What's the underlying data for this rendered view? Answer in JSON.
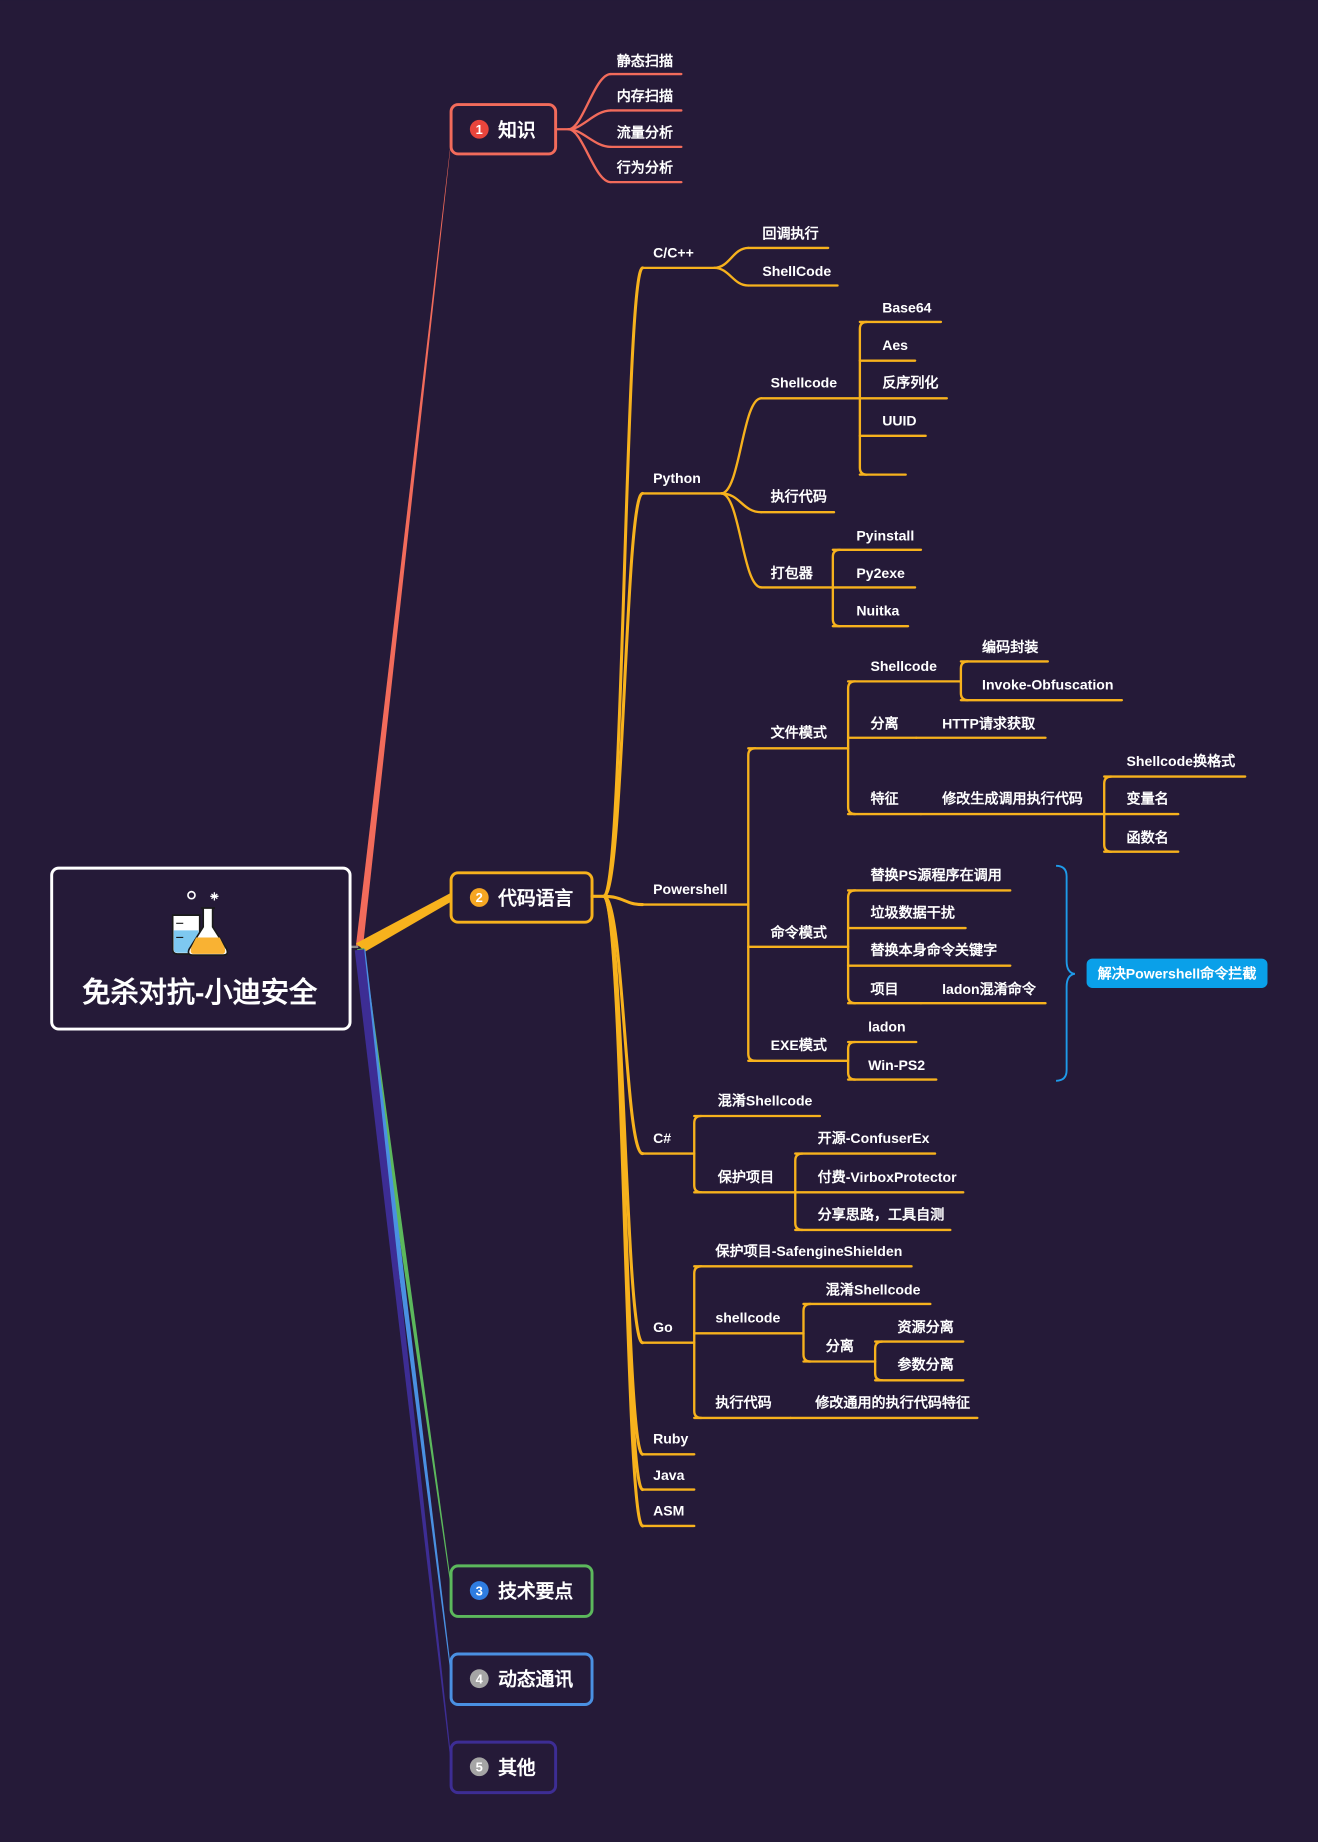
{
  "root": {
    "title": "免杀对抗-小迪安全",
    "icon": "flask-icon"
  },
  "colors": {
    "background": "#251a38",
    "knowledge": "#f26b5b",
    "code_languages": "#f7b21d",
    "tech_points": "#5cb85c",
    "dynamic_comms": "#4a90e2",
    "other": "#3d2d94",
    "summary": "#0aa0e9"
  },
  "branches": [
    {
      "num": "1",
      "label": "知识",
      "children": [
        {
          "label": "静态扫描"
        },
        {
          "label": "内存扫描"
        },
        {
          "label": "流量分析"
        },
        {
          "label": "行为分析"
        }
      ]
    },
    {
      "num": "2",
      "label": "代码语言",
      "children": [
        {
          "label": "C/C++",
          "children": [
            {
              "label": "回调执行"
            },
            {
              "label": "ShellCode"
            }
          ]
        },
        {
          "label": "Python",
          "children": [
            {
              "label": "Shellcode",
              "children": [
                {
                  "label": "Base64"
                },
                {
                  "label": "Aes"
                },
                {
                  "label": "反序列化"
                },
                {
                  "label": "UUID"
                }
              ]
            },
            {
              "label": "执行代码"
            },
            {
              "label": "打包器",
              "children": [
                {
                  "label": "Pyinstall"
                },
                {
                  "label": "Py2exe"
                },
                {
                  "label": "Nuitka"
                }
              ]
            }
          ]
        },
        {
          "label": "Powershell",
          "children": [
            {
              "label": "文件模式",
              "children": [
                {
                  "label": "Shellcode",
                  "children": [
                    {
                      "label": "编码封装"
                    },
                    {
                      "label": "Invoke-Obfuscation"
                    }
                  ]
                },
                {
                  "label": "分离",
                  "children": [
                    {
                      "label": "HTTP请求获取"
                    }
                  ]
                },
                {
                  "label": "特征",
                  "children": [
                    {
                      "label": "修改生成调用执行代码",
                      "children": [
                        {
                          "label": "Shellcode换格式"
                        },
                        {
                          "label": "变量名"
                        },
                        {
                          "label": "函数名"
                        }
                      ]
                    }
                  ]
                }
              ]
            },
            {
              "label": "命令模式",
              "children": [
                {
                  "label": "替换PS源程序在调用"
                },
                {
                  "label": "垃圾数据干扰"
                },
                {
                  "label": "替换本身命令关键字"
                },
                {
                  "label": "项目",
                  "children": [
                    {
                      "label": "ladon混淆命令"
                    }
                  ]
                }
              ]
            },
            {
              "label": "EXE模式",
              "children": [
                {
                  "label": "ladon"
                },
                {
                  "label": "Win-PS2"
                }
              ]
            }
          ]
        },
        {
          "label": "C#",
          "children": [
            {
              "label": "混淆Shellcode"
            },
            {
              "label": "保护项目",
              "children": [
                {
                  "label": "开源-ConfuserEx"
                },
                {
                  "label": "付费-VirboxProtector"
                },
                {
                  "label": "分享思路，工具自测"
                }
              ]
            }
          ]
        },
        {
          "label": "Go",
          "children": [
            {
              "label": "保护项目-SafengineShielden"
            },
            {
              "label": "shellcode",
              "children": [
                {
                  "label": "混淆Shellcode"
                },
                {
                  "label": "分离",
                  "children": [
                    {
                      "label": "资源分离"
                    },
                    {
                      "label": "参数分离"
                    }
                  ]
                }
              ]
            },
            {
              "label": "执行代码",
              "children": [
                {
                  "label": "修改通用的执行代码特征"
                }
              ]
            }
          ]
        },
        {
          "label": "Ruby"
        },
        {
          "label": "Java"
        },
        {
          "label": "ASM"
        }
      ]
    },
    {
      "num": "3",
      "label": "技术要点"
    },
    {
      "num": "4",
      "label": "动态通讯"
    },
    {
      "num": "5",
      "label": "其他"
    }
  ],
  "summary": {
    "label": "解决Powershell命令拦截"
  }
}
